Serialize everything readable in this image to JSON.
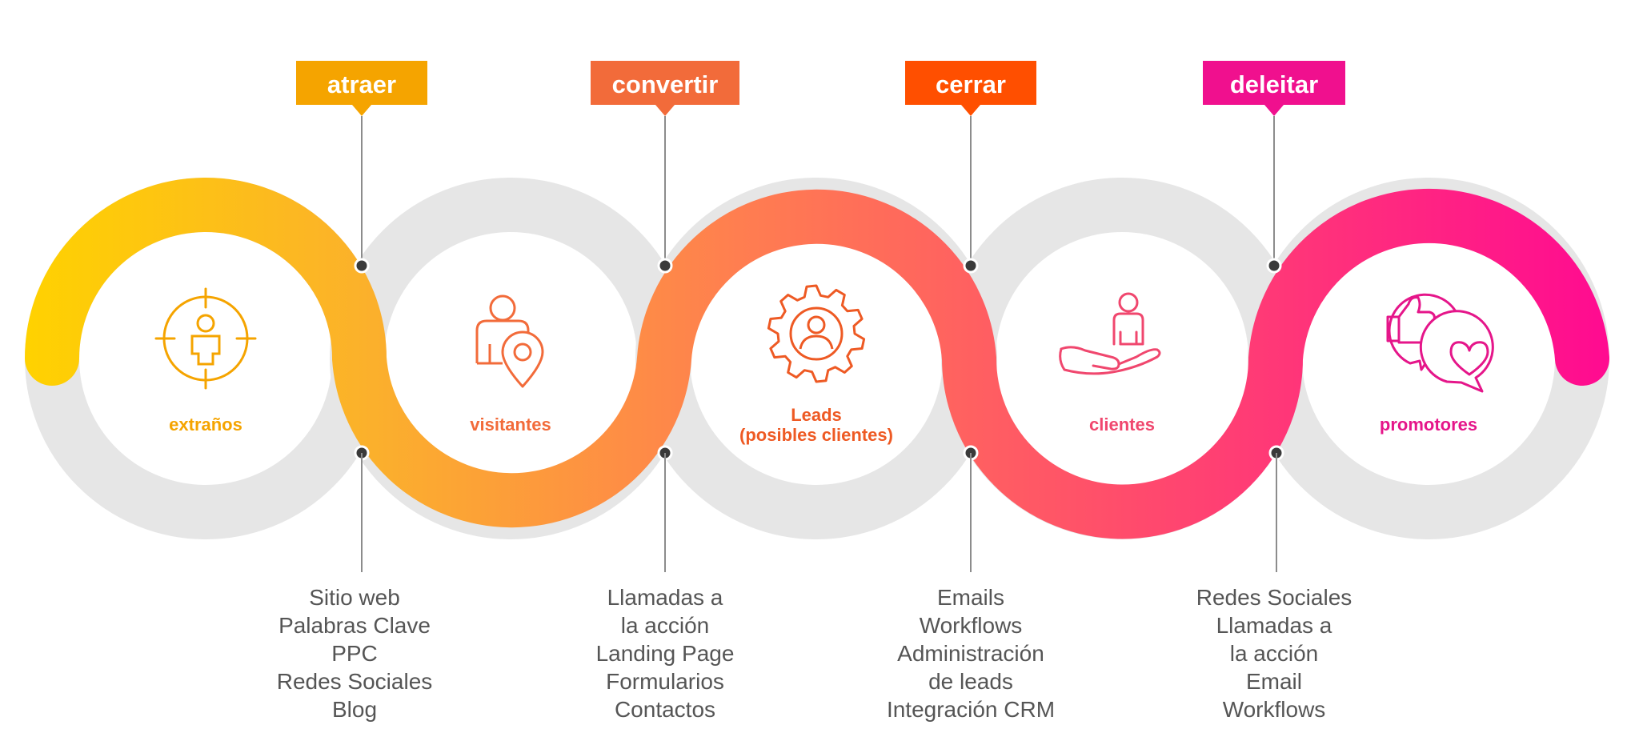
{
  "stages": [
    {
      "id": "strangers",
      "label": "extraños",
      "color": "#F5A400",
      "icon": "target-person-icon"
    },
    {
      "id": "visitors",
      "label": "visitantes",
      "color": "#F26B3A",
      "icon": "person-location-pin-icon"
    },
    {
      "id": "leads",
      "label": "Leads",
      "label_line2": "(posibles clientes)",
      "color": "#EE5A24",
      "icon": "gear-person-icon"
    },
    {
      "id": "customers",
      "label": "clientes",
      "color": "#F0476E",
      "icon": "hand-holding-person-icon"
    },
    {
      "id": "promoters",
      "label": "promotores",
      "color": "#E5168A",
      "icon": "like-love-chat-icon"
    }
  ],
  "phases": [
    {
      "id": "attract",
      "tag": "atraer",
      "tag_color": "#F5A400",
      "tactics": [
        "Sitio web",
        "Palabras Clave",
        "PPC",
        "Redes Sociales",
        "Blog"
      ]
    },
    {
      "id": "convert",
      "tag": "convertir",
      "tag_color": "#F26B3A",
      "tactics": [
        "Llamadas a",
        "la acción",
        "Landing Page",
        "Formularios",
        "Contactos"
      ]
    },
    {
      "id": "close",
      "tag": "cerrar",
      "tag_color": "#FF4F00",
      "tactics": [
        "Emails",
        "Workflows",
        "Administración",
        "de leads",
        "Integración CRM"
      ]
    },
    {
      "id": "delight",
      "tag": "deleitar",
      "tag_color": "#F0108E",
      "tactics": [
        "Redes Sociales",
        "Llamadas a",
        "la acción",
        "Email",
        "Workflows"
      ]
    }
  ],
  "colors": {
    "ring_gray": "#E6E6E6",
    "gradient_start": "#FFD200",
    "gradient_mid1": "#FBB02C",
    "gradient_mid2": "#FF7E50",
    "gradient_mid3": "#FF4F6A",
    "gradient_end": "#FF0A91",
    "connector": "#8C8C8C",
    "connector_dot": "#3A3A3A",
    "tactic_text": "#555555"
  }
}
